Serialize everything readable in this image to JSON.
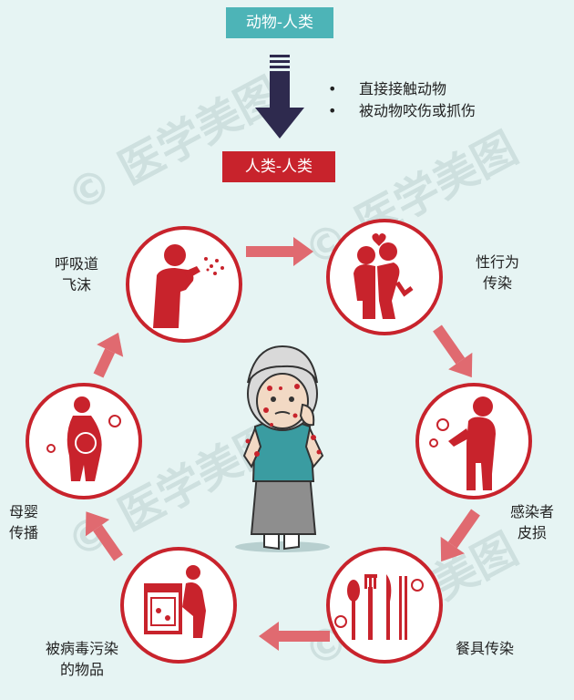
{
  "top_label": "动物-人类",
  "mid_label": "人类-人类",
  "bullets": [
    "直接接触动物",
    "被动物咬伤或抓伤"
  ],
  "routes": {
    "respiratory": [
      "呼吸道",
      "飞沫"
    ],
    "sexual": [
      "性行为",
      "传染"
    ],
    "broken_skin": [
      "感染者",
      "皮损"
    ],
    "tableware": "餐具传染",
    "contaminated": [
      "被病毒污染",
      "的物品"
    ],
    "mother_infant": [
      "母婴",
      "传播"
    ]
  },
  "watermark": "© 医学美图",
  "colors": {
    "teal": "#4db4b7",
    "red": "#c8232c",
    "pink_arrow": "#e06a70",
    "navy": "#2e2a4e",
    "background": "#e6f4f3"
  }
}
